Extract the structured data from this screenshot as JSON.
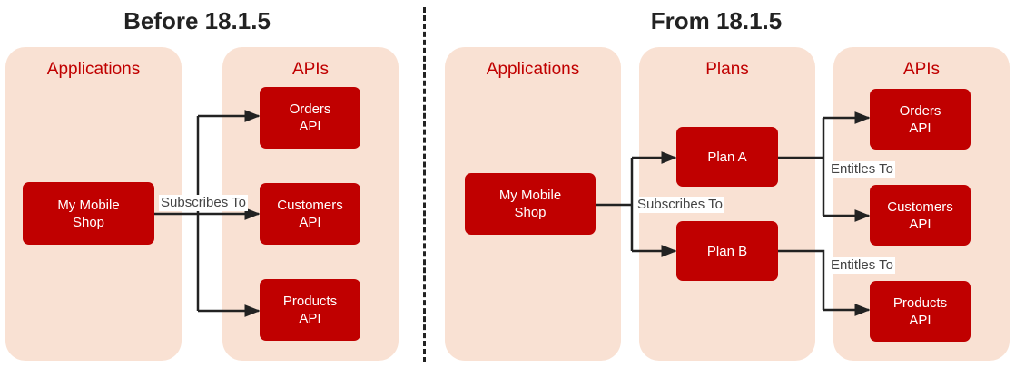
{
  "left": {
    "title": "Before 18.1.5",
    "applications_label": "Applications",
    "apis_label": "APIs",
    "app": "My Mobile\nShop",
    "apis": [
      "Orders\nAPI",
      "Customers\nAPI",
      "Products\nAPI"
    ],
    "edge_label": "Subscribes To"
  },
  "right": {
    "title": "From 18.1.5",
    "applications_label": "Applications",
    "plans_label": "Plans",
    "apis_label": "APIs",
    "app": "My Mobile\nShop",
    "plans": [
      "Plan A",
      "Plan B"
    ],
    "apis": [
      "Orders\nAPI",
      "Customers\nAPI",
      "Products\nAPI"
    ],
    "subscribe_label": "Subscribes To",
    "entitles_label_a": "Entitles To",
    "entitles_label_b": "Entitles To"
  },
  "colors": {
    "panel": "#f9e1d3",
    "box": "#c00000",
    "label": "#c00000",
    "line": "#222222"
  }
}
